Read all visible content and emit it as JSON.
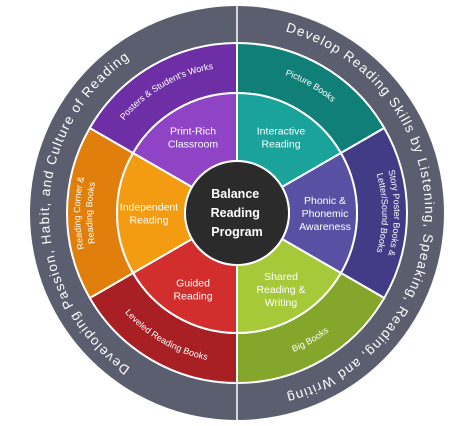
{
  "center": {
    "lines": [
      "Balance",
      "Reading",
      "Program"
    ],
    "color": "#2b2b2b"
  },
  "outer_ring": {
    "color": "#5b5e6e",
    "left_label": "Developing Passion, Habit, and Culture of Reading",
    "right_label": "Develop Reading Skills by Listening, Speaking, Reading, and Writing"
  },
  "segments": [
    {
      "id": "interactive-reading",
      "inner_lines": [
        "Interactive",
        "Reading"
      ],
      "ring_lines": [
        "Picture Books"
      ],
      "inner_color": "#1aa39a",
      "ring_color": "#0f7f78"
    },
    {
      "id": "phonic-awareness",
      "inner_lines": [
        "Phonic &",
        "Phonemic",
        "Awareness"
      ],
      "ring_lines": [
        "Story Poster Books &",
        "Letter/Sound Books"
      ],
      "inner_color": "#5851a3",
      "ring_color": "#423c87"
    },
    {
      "id": "shared-reading",
      "inner_lines": [
        "Shared",
        "Reading &",
        "Writing"
      ],
      "ring_lines": [
        "Big Books"
      ],
      "inner_color": "#a6c93a",
      "ring_color": "#84a62a"
    },
    {
      "id": "guided-reading",
      "inner_lines": [
        "Guided",
        "Reading"
      ],
      "ring_lines": [
        "Leveled Reading Books"
      ],
      "inner_color": "#d32e2e",
      "ring_color": "#a81f24"
    },
    {
      "id": "independent-reading",
      "inner_lines": [
        "Independent",
        "Reading"
      ],
      "ring_lines": [
        "Reading Corner &",
        "Reading Books"
      ],
      "inner_color": "#f39c12",
      "ring_color": "#e07f0b"
    },
    {
      "id": "print-rich-classroom",
      "inner_lines": [
        "Print-Rich",
        "Classroom"
      ],
      "ring_lines": [
        "Posters & Student's Works"
      ],
      "inner_color": "#8e44c4",
      "ring_color": "#6e2ea6"
    }
  ]
}
